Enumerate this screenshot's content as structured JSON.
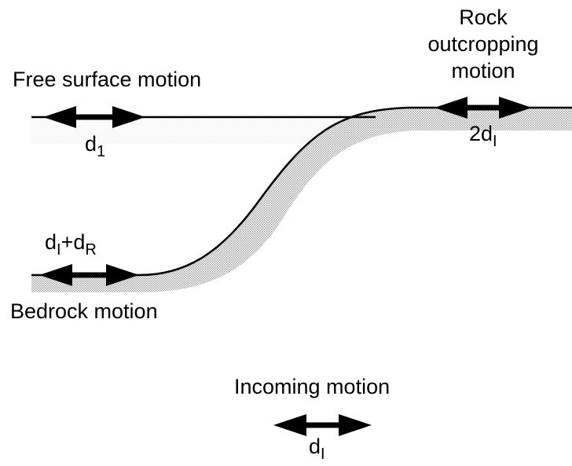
{
  "labels": {
    "free_surface": "Free surface motion",
    "rock_outcrop": [
      "Rock",
      "outcropping",
      "motion"
    ],
    "bedrock": "Bedrock motion",
    "incoming": "Incoming motion"
  },
  "amplitudes": {
    "free_surface": {
      "base": "d",
      "sub": "1"
    },
    "rock_outcrop": {
      "prefix": "2d",
      "sub": "I"
    },
    "bedrock": {
      "base1": "d",
      "sub1": "I",
      "plus": "+d",
      "sub2": "R"
    },
    "incoming": {
      "base": "d",
      "sub": "I"
    }
  },
  "colors": {
    "ink": "#000000",
    "hatch": "#9a9a9a",
    "background": "#ffffff"
  }
}
